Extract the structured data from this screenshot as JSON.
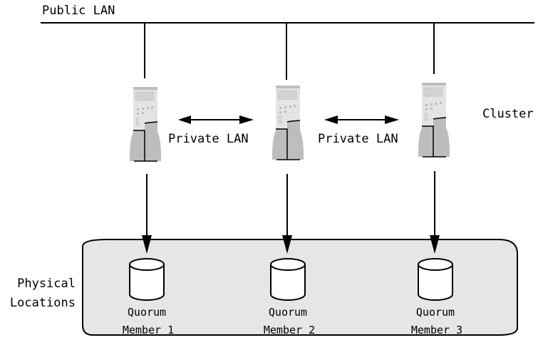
{
  "public_lan": {
    "label": "Public LAN"
  },
  "cluster": {
    "label": "Cluster"
  },
  "physical_locations": {
    "label_line1": "Physical",
    "label_line2": "Locations"
  },
  "private_links": [
    {
      "label": "Private LAN"
    },
    {
      "label": "Private LAN"
    }
  ],
  "nodes": [
    {
      "icon": "server-icon"
    },
    {
      "icon": "server-icon"
    },
    {
      "icon": "server-icon"
    }
  ],
  "quorum_members": [
    {
      "line1": "Quorum",
      "line2": "Member 1",
      "icon": "database-icon"
    },
    {
      "line1": "Quorum",
      "line2": "Member 2",
      "icon": "database-icon"
    },
    {
      "line1": "Quorum",
      "line2": "Member 3",
      "icon": "database-icon"
    }
  ],
  "colors": {
    "line": "#000000",
    "panel_fill": "#e6e6e6",
    "server_light": "#e4e4e4",
    "server_dark": "#bdbdbd",
    "server_panel": "#d2d2d2"
  }
}
